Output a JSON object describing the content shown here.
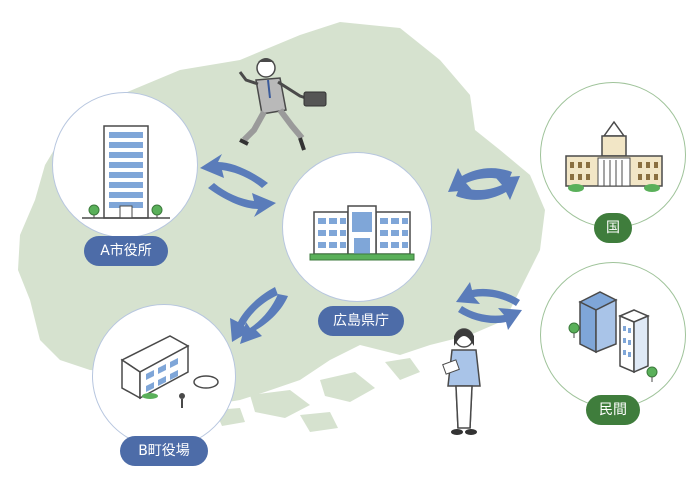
{
  "colors": {
    "map_fill": "#d6e2cf",
    "map_edge": "#ffffff",
    "arrow": "#5a7cba",
    "municipal_label_bg": "#4d6ca8",
    "national_private_label_bg": "#3f7d3c",
    "building_blue": "#7fa6d8",
    "tree_green": "#5ab05a"
  },
  "nodes": {
    "city_a": {
      "label": "A市役所",
      "icon": "office-tower-icon"
    },
    "town_b": {
      "label": "B町役場",
      "icon": "town-hall-icon"
    },
    "prefecture": {
      "label": "広島県庁",
      "icon": "prefectural-office-icon"
    },
    "national": {
      "label": "国",
      "icon": "diet-building-icon"
    },
    "private": {
      "label": "民間",
      "icon": "company-buildings-icon"
    }
  },
  "figures": {
    "running_man": {
      "icon": "running-businessman-icon"
    },
    "woman": {
      "icon": "woman-with-tablet-icon"
    }
  }
}
